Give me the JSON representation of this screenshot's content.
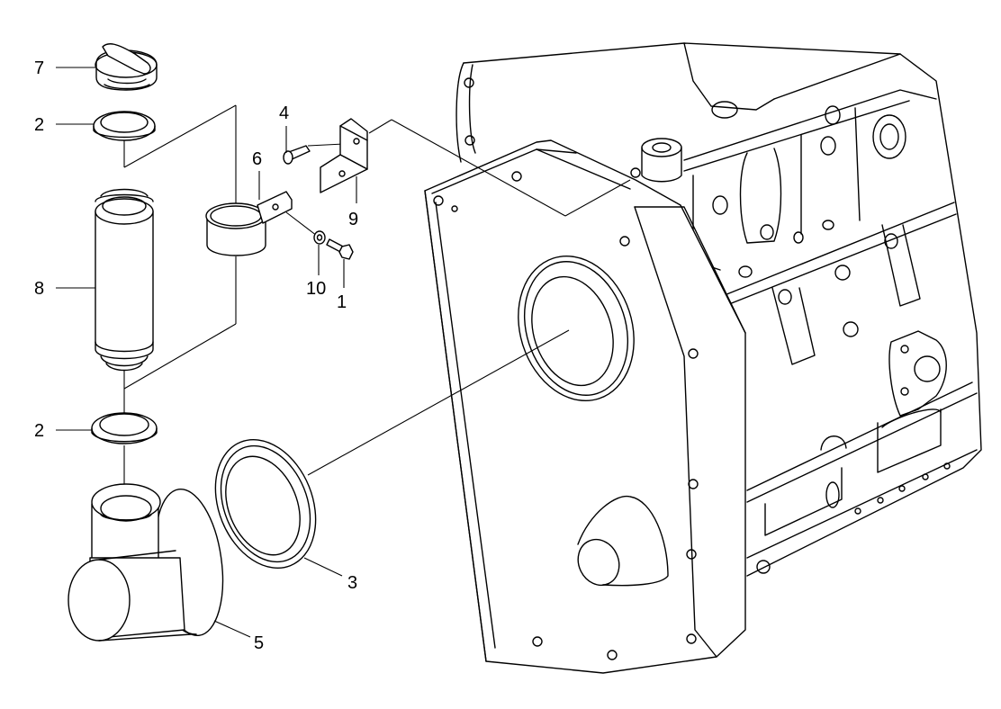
{
  "callouts": {
    "c1": "1",
    "c2_top": "2",
    "c2_bottom": "2",
    "c3": "3",
    "c4": "4",
    "c5": "5",
    "c6": "6",
    "c7": "7",
    "c8": "8",
    "c9": "9",
    "c10": "10"
  },
  "colors": {
    "line": "#000000",
    "background": "#ffffff"
  }
}
